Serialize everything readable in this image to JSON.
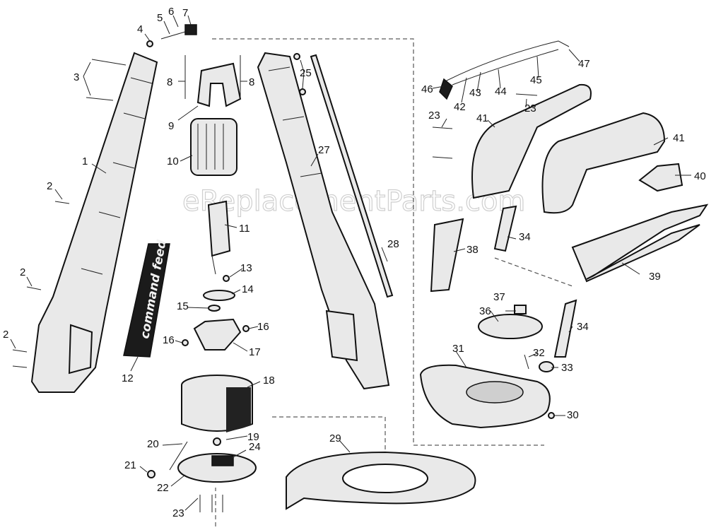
{
  "watermark": "eReplacementParts.com",
  "sleeve_label": "command feed",
  "callouts": [
    {
      "id": "1",
      "text": "1"
    },
    {
      "id": "2a",
      "text": "2"
    },
    {
      "id": "2b",
      "text": "2"
    },
    {
      "id": "2c",
      "text": "2"
    },
    {
      "id": "3",
      "text": "3"
    },
    {
      "id": "4",
      "text": "4"
    },
    {
      "id": "5",
      "text": "5"
    },
    {
      "id": "6",
      "text": "6"
    },
    {
      "id": "7",
      "text": "7"
    },
    {
      "id": "8a",
      "text": "8"
    },
    {
      "id": "8b",
      "text": "8"
    },
    {
      "id": "9",
      "text": "9"
    },
    {
      "id": "10",
      "text": "10"
    },
    {
      "id": "11",
      "text": "11"
    },
    {
      "id": "12",
      "text": "12"
    },
    {
      "id": "13",
      "text": "13"
    },
    {
      "id": "14",
      "text": "14"
    },
    {
      "id": "15",
      "text": "15"
    },
    {
      "id": "16a",
      "text": "16"
    },
    {
      "id": "16b",
      "text": "16"
    },
    {
      "id": "17",
      "text": "17"
    },
    {
      "id": "18",
      "text": "18"
    },
    {
      "id": "19",
      "text": "19"
    },
    {
      "id": "20",
      "text": "20"
    },
    {
      "id": "21",
      "text": "21"
    },
    {
      "id": "22",
      "text": "22"
    },
    {
      "id": "23a",
      "text": "23"
    },
    {
      "id": "23b",
      "text": "23"
    },
    {
      "id": "23c",
      "text": "23"
    },
    {
      "id": "24",
      "text": "24"
    },
    {
      "id": "25",
      "text": "25"
    },
    {
      "id": "27",
      "text": "27"
    },
    {
      "id": "28",
      "text": "28"
    },
    {
      "id": "29",
      "text": "29"
    },
    {
      "id": "30",
      "text": "30"
    },
    {
      "id": "31",
      "text": "31"
    },
    {
      "id": "32",
      "text": "32"
    },
    {
      "id": "33",
      "text": "33"
    },
    {
      "id": "34a",
      "text": "34"
    },
    {
      "id": "34b",
      "text": "34"
    },
    {
      "id": "36",
      "text": "36"
    },
    {
      "id": "37",
      "text": "37"
    },
    {
      "id": "38",
      "text": "38"
    },
    {
      "id": "39",
      "text": "39"
    },
    {
      "id": "40",
      "text": "40"
    },
    {
      "id": "41a",
      "text": "41"
    },
    {
      "id": "41b",
      "text": "41"
    },
    {
      "id": "42",
      "text": "42"
    },
    {
      "id": "43",
      "text": "43"
    },
    {
      "id": "44",
      "text": "44"
    },
    {
      "id": "45",
      "text": "45"
    },
    {
      "id": "46",
      "text": "46"
    },
    {
      "id": "47",
      "text": "47"
    }
  ]
}
